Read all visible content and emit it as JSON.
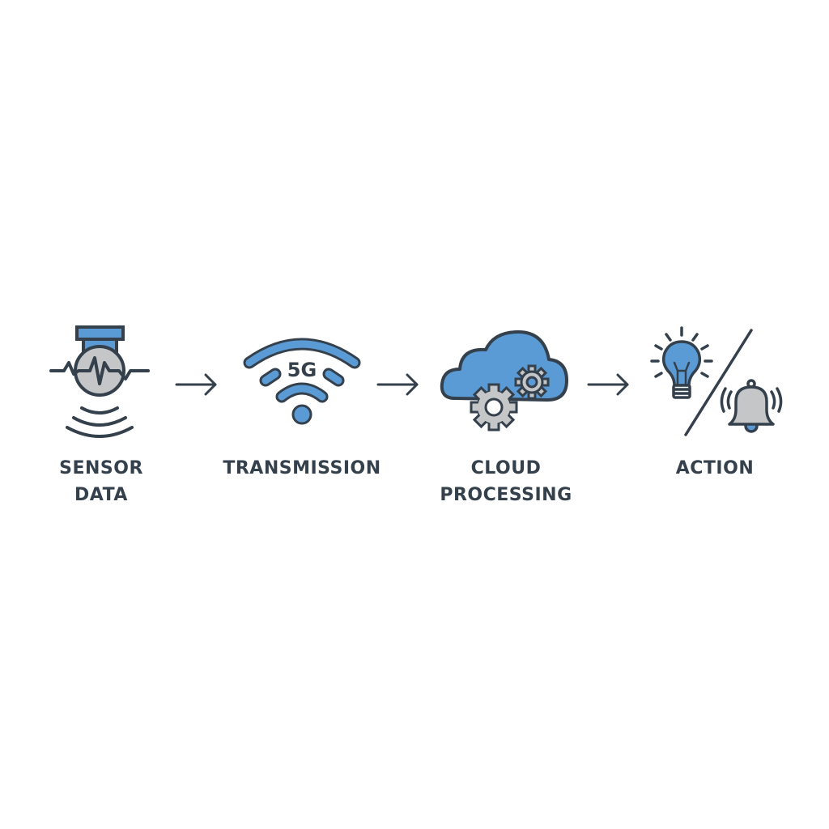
{
  "diagram": {
    "type": "process-flow",
    "colors": {
      "stroke": "#34404c",
      "blue": "#5b9bd5",
      "gray": "#c4c6c8",
      "background": "#ffffff"
    },
    "steps": [
      {
        "id": "sensor",
        "icon": "sensor-waveform-icon",
        "label_line1": "SENSOR",
        "label_line2": "DATA"
      },
      {
        "id": "transmission",
        "icon": "wifi-5g-icon",
        "label_line1": "TRANSMISSION",
        "icon_text": "5G"
      },
      {
        "id": "cloud",
        "icon": "cloud-gears-icon",
        "label_line1": "CLOUD",
        "label_line2": "PROCESSING"
      },
      {
        "id": "action",
        "icon": "lightbulb-bell-icon",
        "label_line1": "ACTION"
      }
    ],
    "connectors": [
      {
        "from": "sensor",
        "to": "transmission",
        "icon": "arrow-right-icon"
      },
      {
        "from": "transmission",
        "to": "cloud",
        "icon": "arrow-right-icon"
      },
      {
        "from": "cloud",
        "to": "action",
        "icon": "arrow-right-icon"
      }
    ]
  }
}
